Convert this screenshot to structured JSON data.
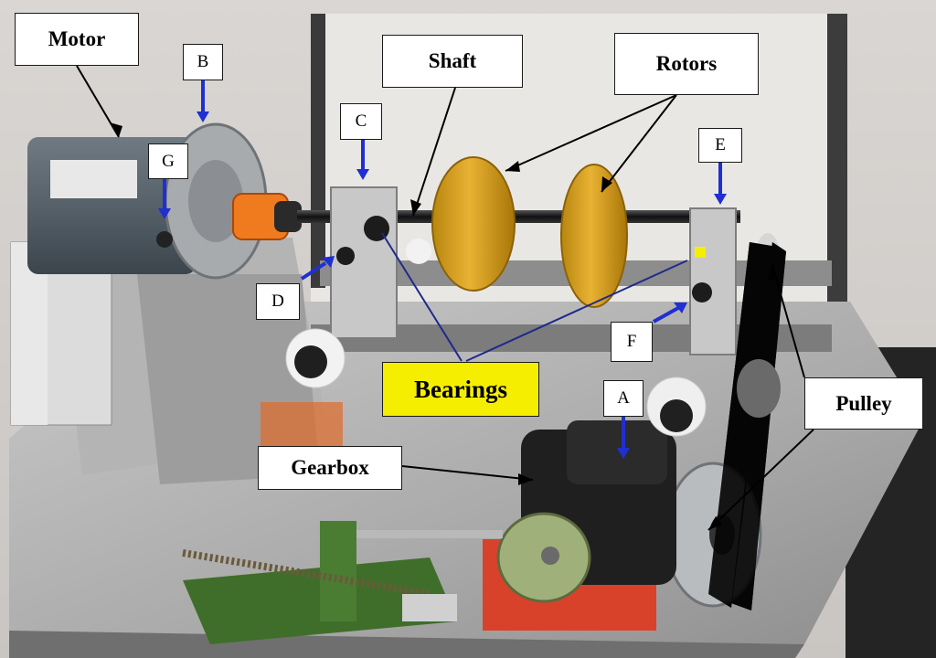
{
  "labels": {
    "motor": "Motor",
    "shaft": "Shaft",
    "rotors": "Rotors",
    "bearings": "Bearings",
    "gearbox": "Gearbox",
    "pulley": "Pulley",
    "point_a": "A",
    "point_b": "B",
    "point_c": "C",
    "point_d": "D",
    "point_e": "E",
    "point_f": "F",
    "point_g": "G"
  },
  "colors": {
    "bearings_highlight": "#f5ee00",
    "sensor_arrows": "#1f2fd0",
    "bearing_leader_lines": "#1e2a8a",
    "leader_lines": "#000000"
  }
}
